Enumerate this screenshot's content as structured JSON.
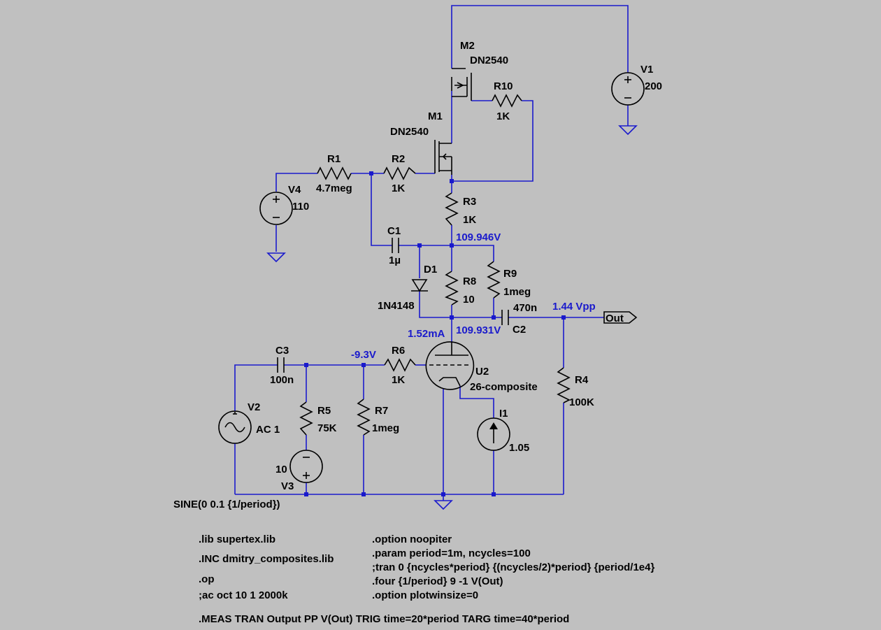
{
  "components": {
    "m2": {
      "ref": "M2",
      "value": "DN2540"
    },
    "m1": {
      "ref": "M1",
      "value": "DN2540"
    },
    "v1": {
      "ref": "V1",
      "value": "200"
    },
    "r10": {
      "ref": "R10",
      "value": "1K"
    },
    "r1": {
      "ref": "R1",
      "value": "4.7meg"
    },
    "r2": {
      "ref": "R2",
      "value": "1K"
    },
    "v4": {
      "ref": "V4",
      "value": "110"
    },
    "r3": {
      "ref": "R3",
      "value": "1K"
    },
    "c1": {
      "ref": "C1",
      "value": "1µ"
    },
    "d1": {
      "ref": "D1",
      "value": "1N4148"
    },
    "r8": {
      "ref": "R8",
      "value": "10"
    },
    "r9": {
      "ref": "R9",
      "value": "1meg"
    },
    "c2": {
      "ref": "C2",
      "value": "470n"
    },
    "c3": {
      "ref": "C3",
      "value": "100n"
    },
    "r6": {
      "ref": "R6",
      "value": "1K"
    },
    "u2": {
      "ref": "U2",
      "value": "26-composite"
    },
    "r4": {
      "ref": "R4",
      "value": "100K"
    },
    "v2": {
      "ref": "V2",
      "value": "AC 1",
      "source": "SINE(0 0.1 {1/period})"
    },
    "r5": {
      "ref": "R5",
      "value": "75K"
    },
    "r7": {
      "ref": "R7",
      "value": "1meg"
    },
    "v3": {
      "ref": "V3",
      "value": "10"
    },
    "i1": {
      "ref": "I1",
      "value": "1.05"
    }
  },
  "annotations": {
    "node_top": "109.946V",
    "node_plate": "109.931V",
    "output_vpp": "1.44 Vpp",
    "plate_current": "1.52mA",
    "grid_voltage": "-9.3V"
  },
  "net_label": "Out",
  "directives": {
    "left": [
      ".lib supertex.lib",
      ".INC dmitry_composites.lib",
      ".op",
      ";ac oct 10 1 2000k"
    ],
    "right": [
      ".option noopiter",
      ".param period=1m, ncycles=100",
      ";tran 0 {ncycles*period} {(ncycles/2)*period} {period/1e4}",
      ".four {1/period} 9 -1 V(Out)",
      ".option plotwinsize=0"
    ],
    "meas": ".MEAS TRAN Output PP V(Out) TRIG time=20*period TARG time=40*period"
  },
  "colors": {
    "background": "#c0c0c0",
    "wire": "#1a1acc",
    "symbol": "#000000",
    "annotation": "#1a1acc"
  }
}
